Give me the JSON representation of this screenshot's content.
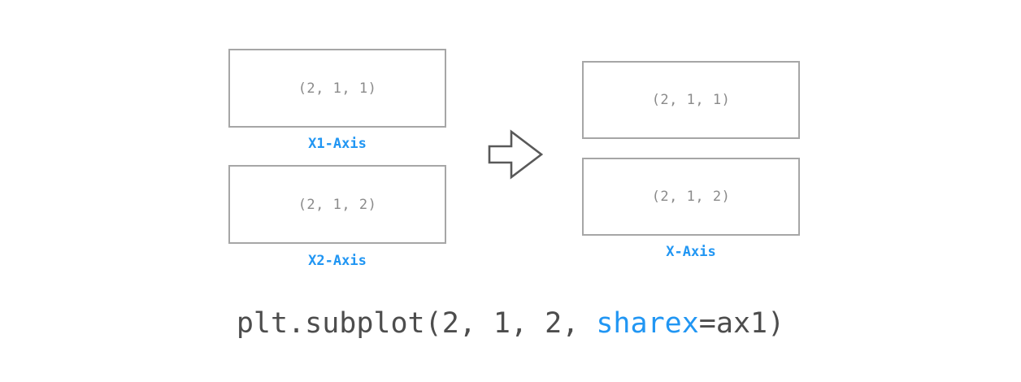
{
  "colors": {
    "background": "#ffffff",
    "box_border": "#a6a6a6",
    "box_text": "#8a8a8a",
    "accent_blue": "#2196f3",
    "arrow_stroke": "#595959",
    "code_text": "#4d4d4d"
  },
  "diagram": {
    "left_group": {
      "boxes": [
        {
          "text": "(2, 1, 1)",
          "axis_label": "X1-Axis"
        },
        {
          "text": "(2, 1, 2)",
          "axis_label": "X2-Axis"
        }
      ]
    },
    "arrow": {
      "icon": "right-block-arrow-icon",
      "direction": "right"
    },
    "right_group": {
      "boxes": [
        {
          "text": "(2, 1, 1)",
          "axis_label": ""
        },
        {
          "text": "(2, 1, 2)",
          "axis_label": "X-Axis"
        }
      ],
      "shared_axis_label": "X-Axis"
    }
  },
  "caption": {
    "prefix": "plt.subplot(2, 1, 2, ",
    "highlight": "sharex",
    "suffix": "=ax1)",
    "full_text": "plt.subplot(2, 1, 2, sharex=ax1)"
  }
}
